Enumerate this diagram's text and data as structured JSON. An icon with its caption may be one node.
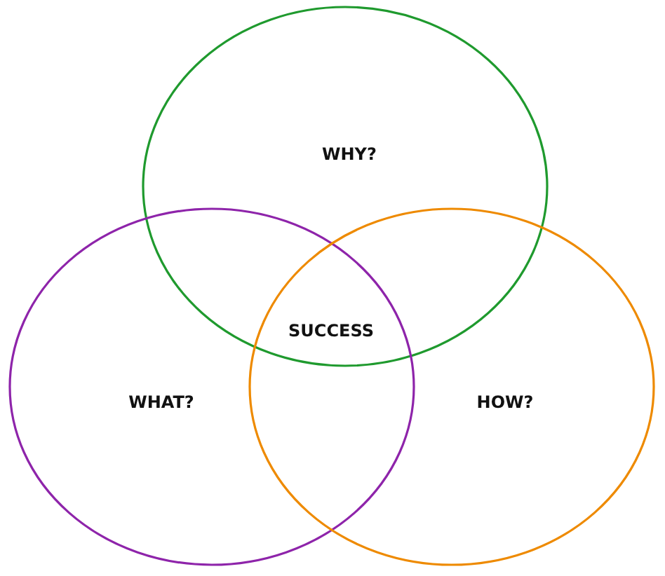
{
  "diagram": {
    "nodes": [
      {
        "text": [
          "WHY?"
        ]
      },
      {
        "text": [
          "WHAT?"
        ]
      },
      {
        "text": [
          "HOW?"
        ]
      }
    ],
    "edges": [],
    "labels": [
      "SUCCESS"
    ]
  }
}
